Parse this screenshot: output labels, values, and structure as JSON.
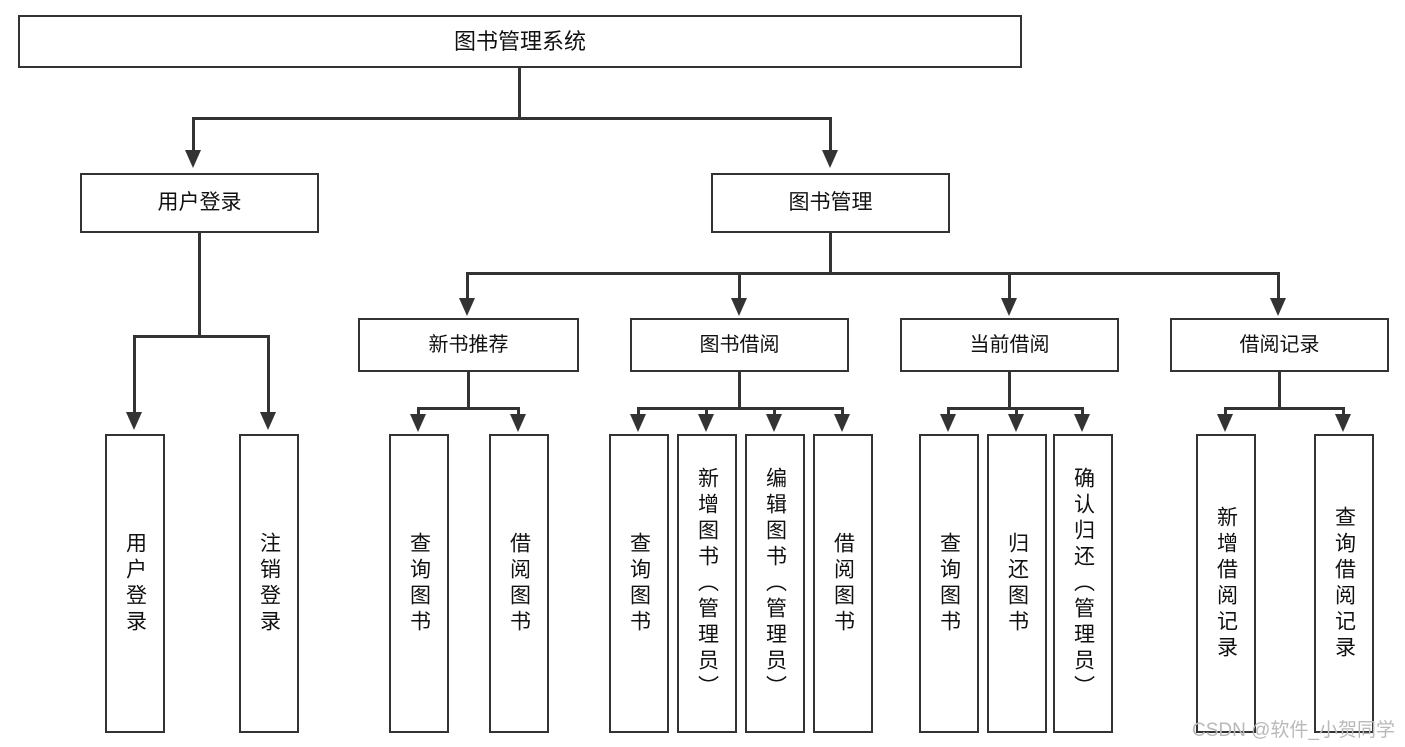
{
  "diagram": {
    "type": "tree",
    "title": "图书管理系统",
    "root": {
      "label": "图书管理系统"
    },
    "level1": [
      {
        "label": "用户登录"
      },
      {
        "label": "图书管理"
      }
    ],
    "level2": [
      {
        "label": "新书推荐"
      },
      {
        "label": "图书借阅"
      },
      {
        "label": "当前借阅"
      },
      {
        "label": "借阅记录"
      }
    ],
    "leaves": {
      "user_login": [
        {
          "label": "用户登录"
        },
        {
          "label": "注销登录"
        }
      ],
      "new_book_recommend": [
        {
          "label": "查询图书"
        },
        {
          "label": "借阅图书"
        }
      ],
      "book_borrow": [
        {
          "label": "查询图书"
        },
        {
          "label": "新增图书（管理员）"
        },
        {
          "label": "编辑图书（管理员）"
        },
        {
          "label": "借阅图书"
        }
      ],
      "current_borrow": [
        {
          "label": "查询图书"
        },
        {
          "label": "归还图书"
        },
        {
          "label": "确认归还（管理员）"
        }
      ],
      "borrow_record": [
        {
          "label": "新增借阅记录"
        },
        {
          "label": "查询借阅记录"
        }
      ]
    }
  },
  "watermark": {
    "text": "CSDN @软件_小贺同学"
  },
  "colors": {
    "stroke": "#333333",
    "fill": "#ffffff",
    "text": "#111111",
    "watermark": "#b9b9b9"
  }
}
